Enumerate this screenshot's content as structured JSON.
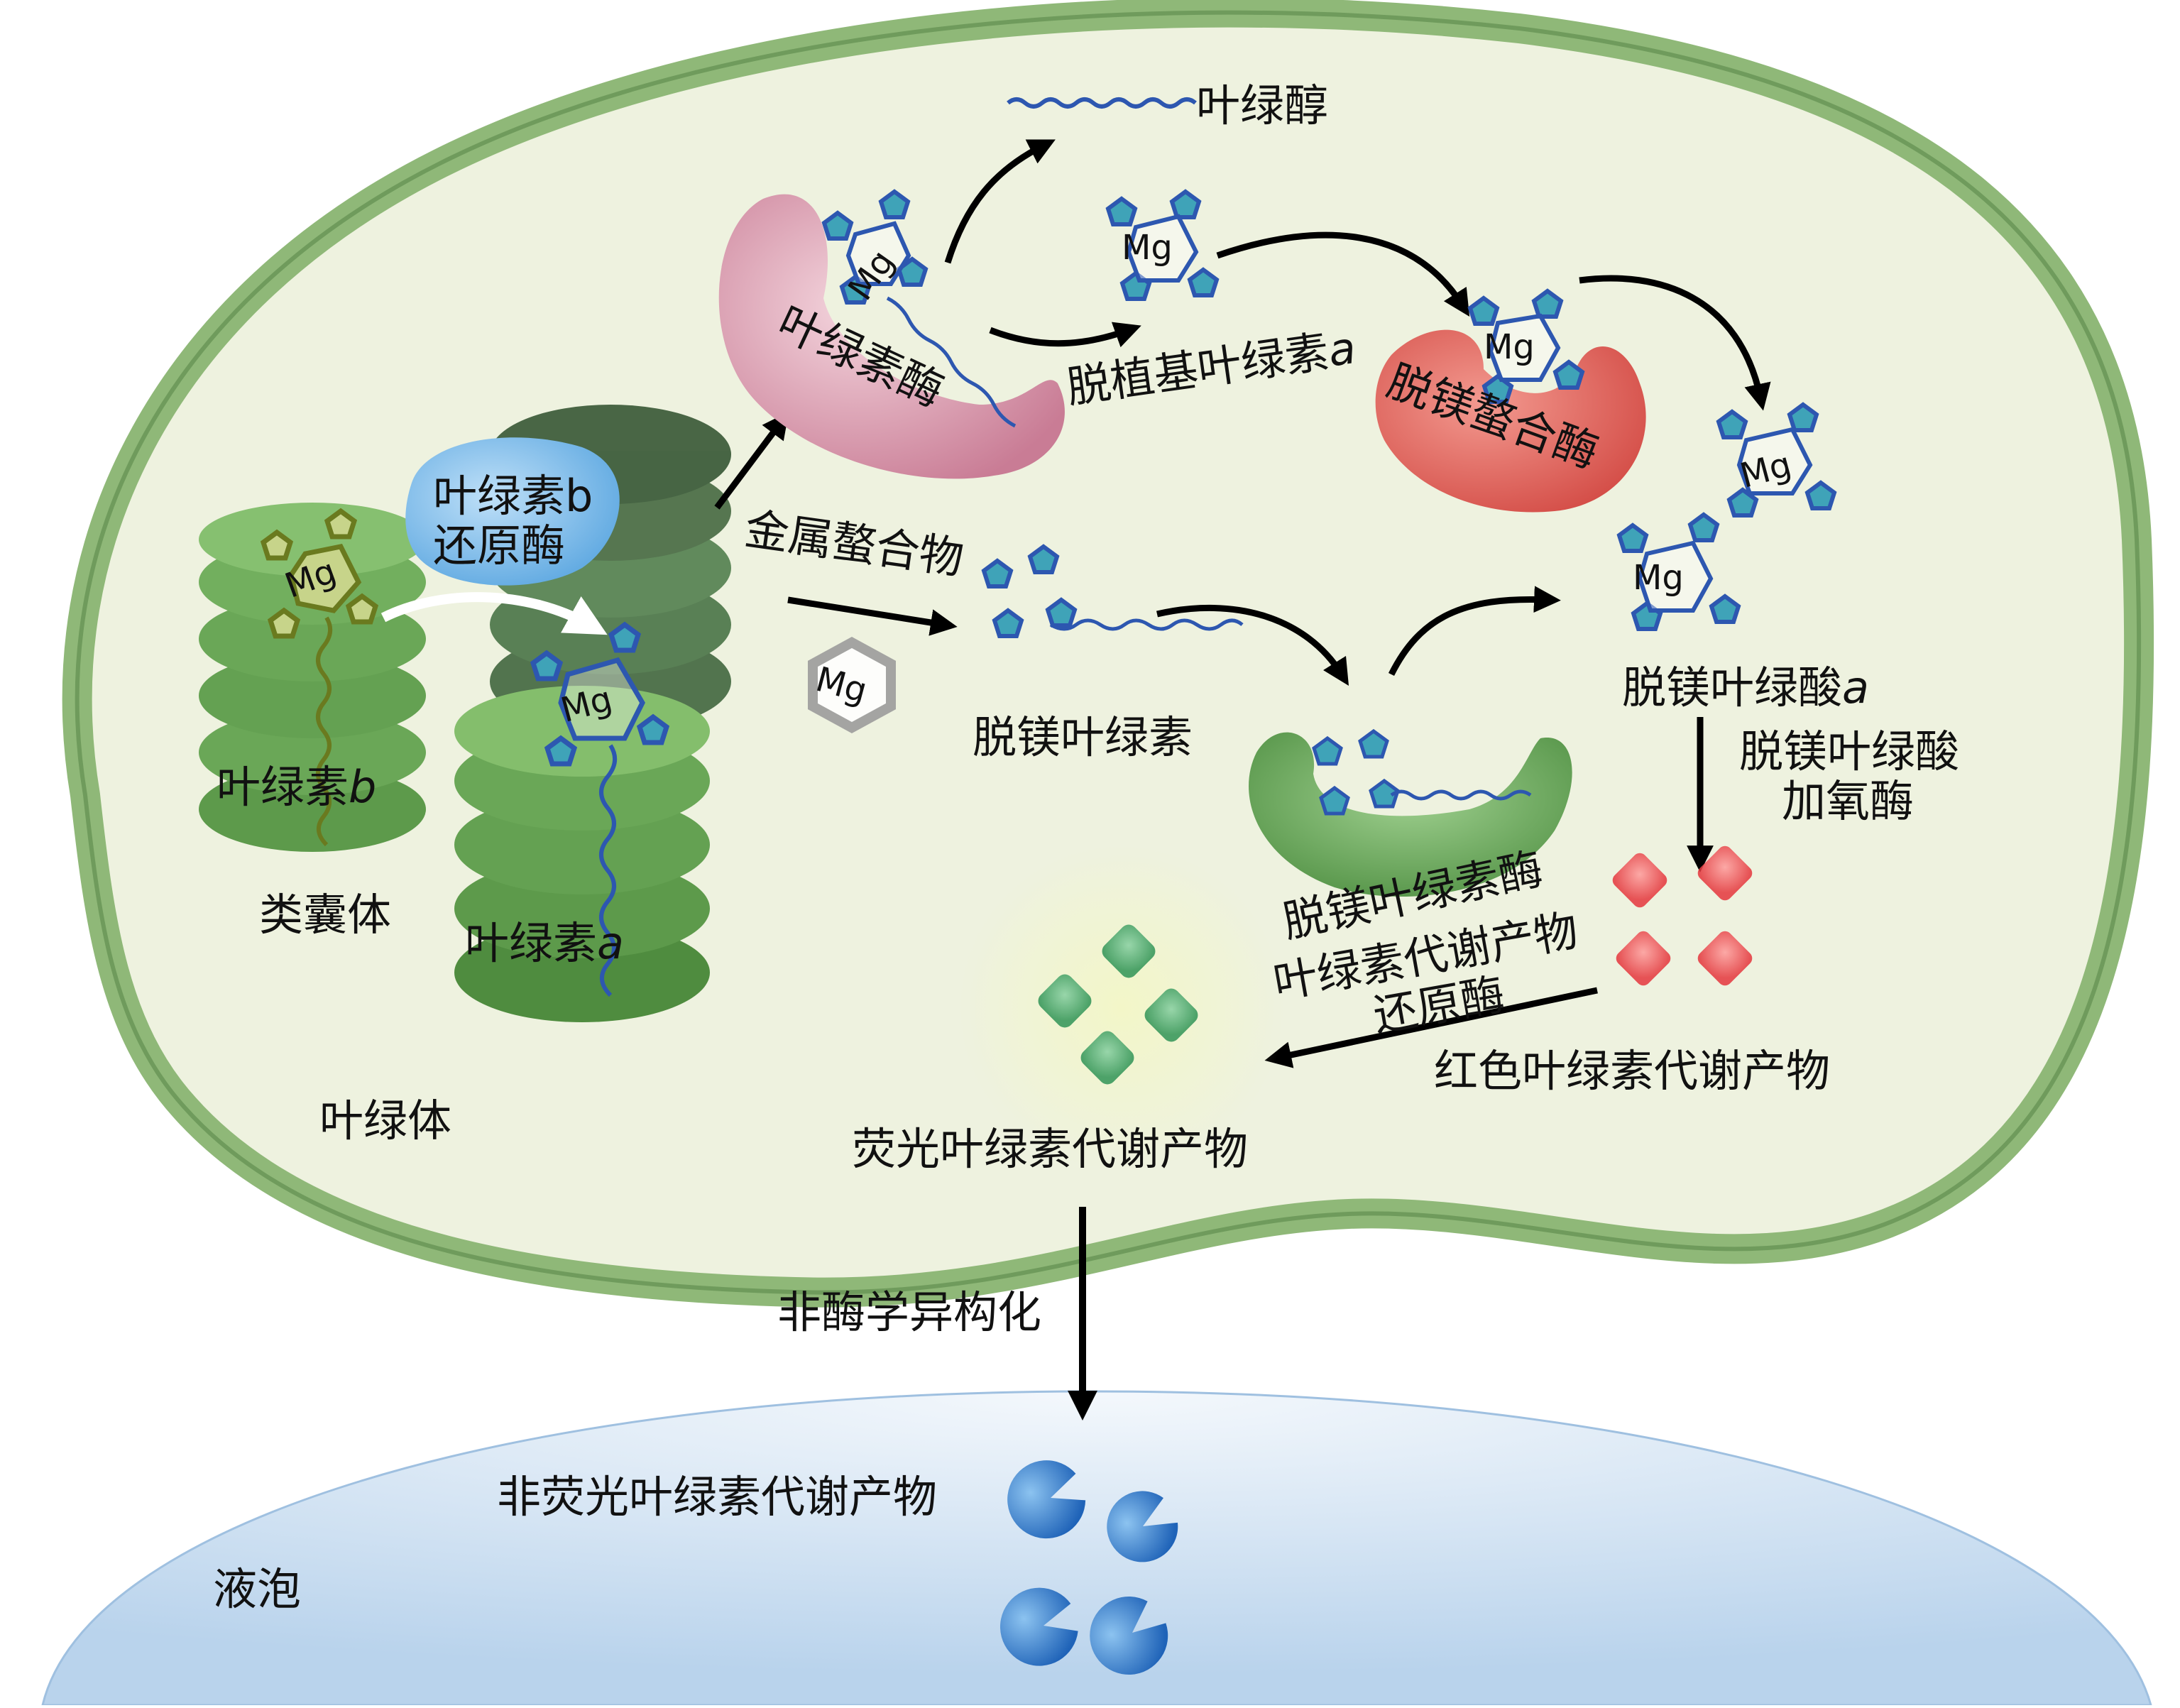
{
  "regions": {
    "chloroplast": "叶绿体",
    "thylakoid": "类囊体",
    "vacuole": "液泡"
  },
  "enzymes": {
    "chlb_reductase_line1": "叶绿素b",
    "chlb_reductase_line2": "还原酶",
    "chlorophyllase": "叶绿素酶",
    "mg_dechelatase": "脱镁螯合酶",
    "pheophytinase": "脱镁叶绿素酶",
    "pao_line1": "脱镁叶绿酸",
    "pao_line2": "加氧酶",
    "rcc_reductase_line1": "叶绿素代谢产物",
    "rcc_reductase_line2": "还原酶"
  },
  "molecules": {
    "chl_b": "叶绿素",
    "chl_b_suffix": "b",
    "chl_a": "叶绿素",
    "chl_a_suffix": "a",
    "phytol": "叶绿醇",
    "chlorophyllide_a": "脱植基叶绿素",
    "chlorophyllide_a_suffix": "a",
    "metal_chelatase": "金属螯合物",
    "pheophytin": "脱镁叶绿素",
    "pheophorbide_a": "脱镁叶绿酸",
    "pheophorbide_a_suffix": "a",
    "red_catabolite": "红色叶绿素代谢产物",
    "fluorescent_catabolite": "荧光叶绿素代谢产物",
    "nonfluorescent_catabolite": "非荧光叶绿素代谢产物",
    "mg_symbol": "Mg"
  },
  "processes": {
    "isomerization": "非酶学异构化"
  },
  "colors": {
    "chloroplast_fill": "#eef2df",
    "chloroplast_border": "#8fb878",
    "thylakoid": "#5e9a4a",
    "thylakoid_dark": "#3f5e3c",
    "chlorophyllase": "#d58ea5",
    "mg_dechelatase": "#de5a52",
    "pheophytinase": "#5e9a4a",
    "chlb_reductase": "#6fb4e6",
    "porphyrin_blue": "#2d57b0",
    "porphyrin_teal": "#3fa3b8",
    "red_catabolite": "#e8484c",
    "fluorescent": "#4fae72",
    "noncatabolite": "#2e77c7",
    "vacuole": "#d6e6f5"
  }
}
